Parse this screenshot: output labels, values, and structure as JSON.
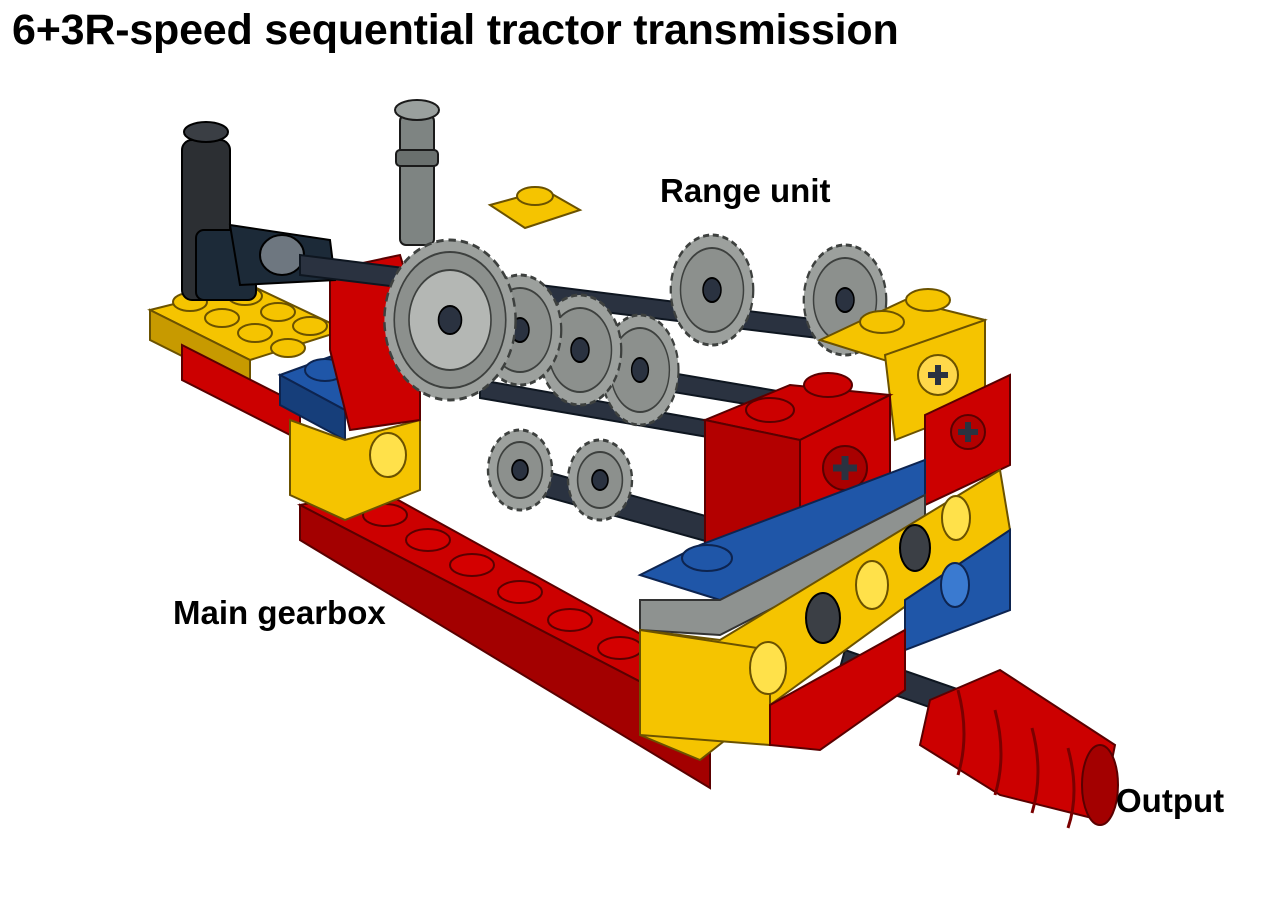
{
  "title": "6+3R-speed sequential tractor transmission",
  "labels": {
    "range_unit": "Range unit",
    "main_gearbox": "Main gearbox",
    "output": "Output"
  },
  "colors": {
    "red": "#cc0000",
    "red_dark": "#9a0000",
    "yellow": "#f5c400",
    "yellow_dark": "#c79a00",
    "blue": "#1f56a8",
    "blue_dark": "#163e7a",
    "gray": "#8e9290",
    "gray_light": "#b9bcb9",
    "gear_gray": "#9ca09d",
    "axle_dark": "#2a3240",
    "black": "#222222"
  }
}
